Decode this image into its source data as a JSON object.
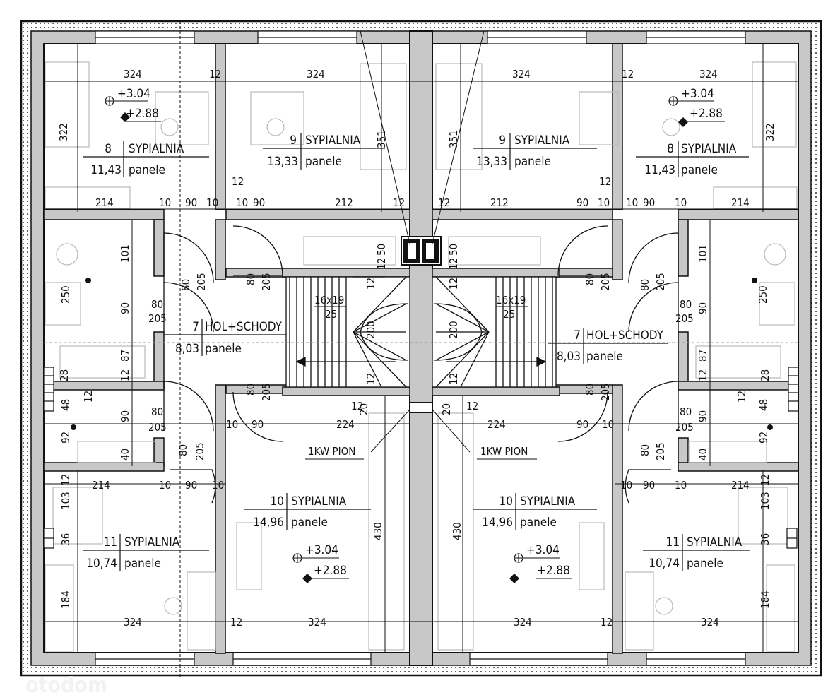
{
  "rooms": {
    "r8": {
      "number": "8",
      "name": "SYPIALNIA",
      "area": "11,43",
      "floor": "panele"
    },
    "r9": {
      "number": "9",
      "name": "SYPIALNIA",
      "area": "13,33",
      "floor": "panele"
    },
    "r7": {
      "number": "7",
      "name": "HOL+SCHODY",
      "area": "8,03",
      "floor": "panele"
    },
    "r10": {
      "number": "10",
      "name": "SYPIALNIA",
      "area": "14,96",
      "floor": "panele"
    },
    "r11": {
      "number": "11",
      "name": "SYPIALNIA",
      "area": "10,74",
      "floor": "panele"
    }
  },
  "levels": {
    "top": "+3.04",
    "bottom": "+2.88"
  },
  "stairs": {
    "steps": "16x19",
    "tread": "25"
  },
  "riser": {
    "label": "1KW PION"
  },
  "dims": {
    "d324": "324",
    "d12": "12",
    "d322": "322",
    "d351": "351",
    "d214": "214",
    "d10": "10",
    "d90": "90",
    "d212": "212",
    "d50": "50",
    "d101": "101",
    "d250": "250",
    "d80": "80",
    "d205": "205",
    "d87": "87",
    "d28": "28",
    "d48": "48",
    "d92": "92",
    "d40": "40",
    "d224": "224",
    "d20": "20",
    "d200": "200",
    "d103": "103",
    "d36": "36",
    "d430": "430",
    "d184": "184"
  },
  "watermark": "otodom",
  "colors": {
    "wall": "#c8c8c8",
    "line": "#111111",
    "furniture": "#b9b9b9",
    "window": "#d9d9d9"
  }
}
